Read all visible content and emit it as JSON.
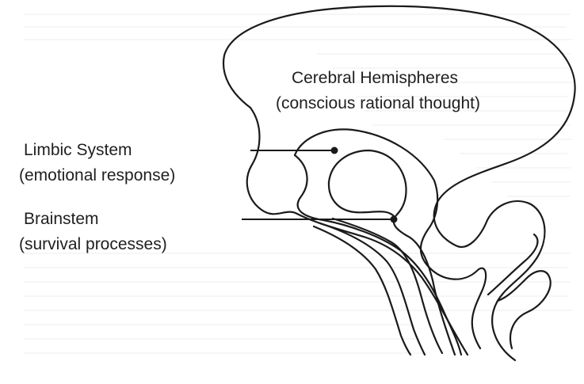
{
  "diagram": {
    "regions": [
      {
        "id": "cerebral",
        "name": "Cerebral Hemispheres",
        "function": "(conscious rational thought)"
      },
      {
        "id": "limbic",
        "name": "Limbic System",
        "function": "(emotional response)"
      },
      {
        "id": "brainstem",
        "name": "Brainstem",
        "function": "(survival processes)"
      }
    ]
  }
}
